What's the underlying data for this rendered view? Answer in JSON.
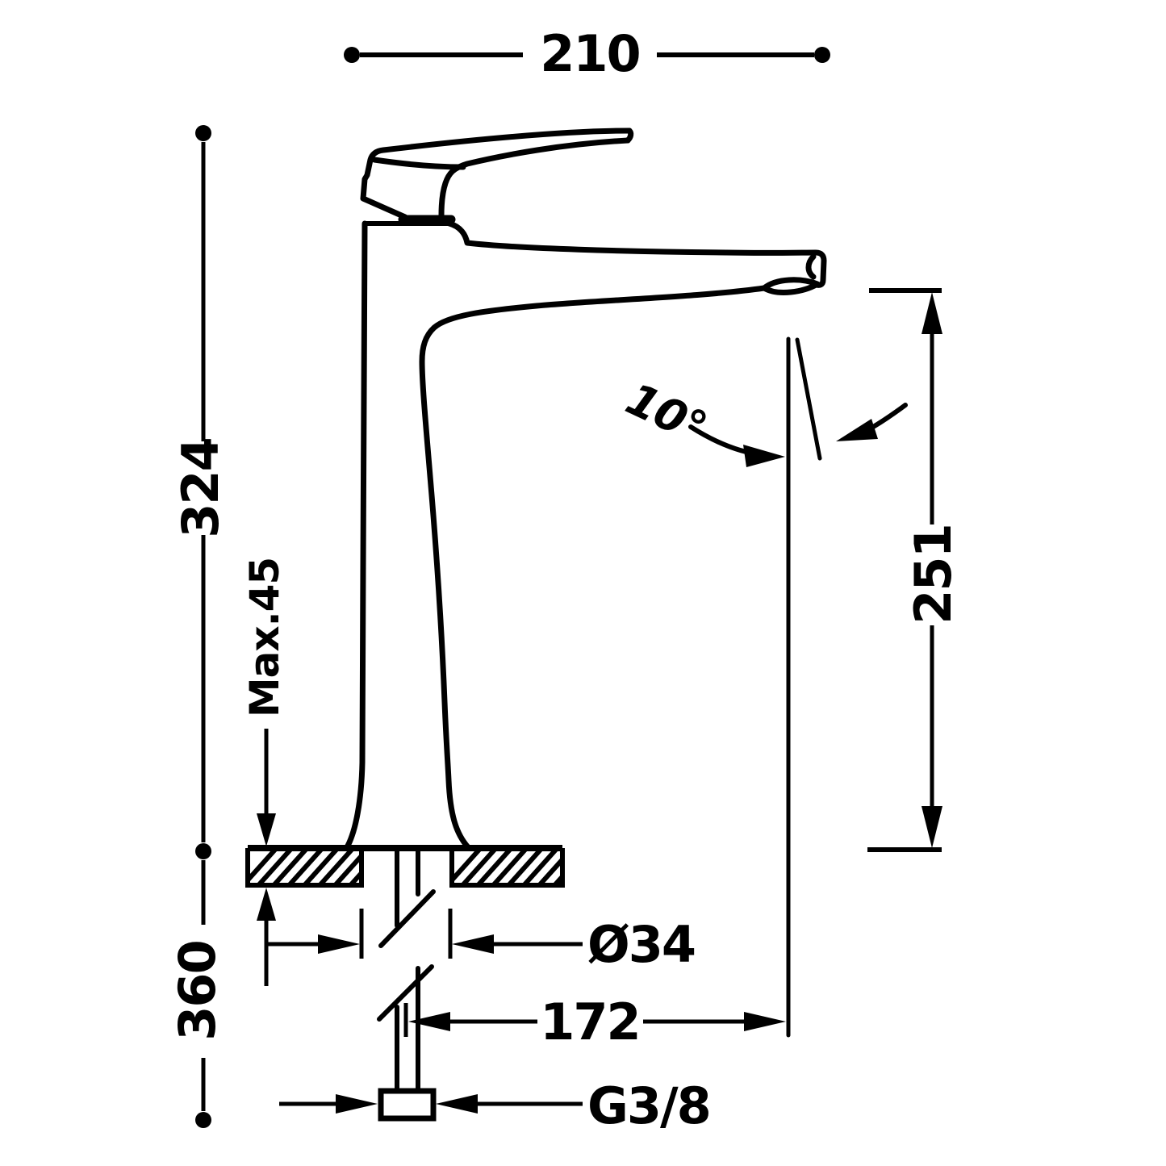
{
  "drawing": {
    "type": "technical-dimension-drawing",
    "subject": "single-lever vessel basin mixer tap, side elevation",
    "background_color": "#ffffff",
    "line_color": "#000000",
    "units": "mm",
    "labels": {
      "overall_depth": "210",
      "height_above_counter": "324",
      "counter_thickness_max": "Max.45",
      "below_counter_length": "360",
      "spout_outlet_height": "251",
      "spout_tilt_angle": "10°",
      "hole_diameter": "Ø34",
      "spout_reach": "172",
      "supply_thread": "G3/8"
    }
  }
}
